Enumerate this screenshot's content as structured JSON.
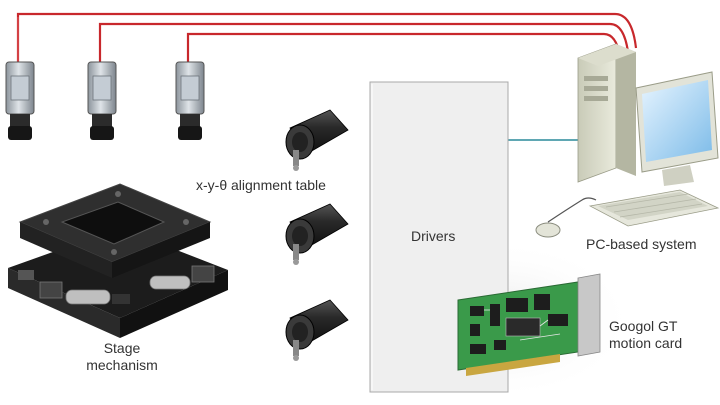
{
  "labels": {
    "alignment_table": "x-y-θ alignment table",
    "drivers": "Drivers",
    "pc_system": "PC-based system",
    "stage_line1": "Stage",
    "stage_line2": "mechanism",
    "card_line1": "Googol GT",
    "card_line2": "motion card"
  },
  "components": {
    "camera_icon": "camera-icon",
    "motor_icon": "servo-motor-icon",
    "computer_icon": "desktop-computer-icon",
    "stage_icon": "xy-stage-icon",
    "card_icon": "motion-control-card-icon"
  },
  "colors": {
    "cable_red": "#c8282c",
    "cable_teal": "#2a8a9a",
    "driver_panel": "#efefef",
    "pcb_green": "#3a9a4a",
    "dark_metal": "#2c2c2c"
  }
}
